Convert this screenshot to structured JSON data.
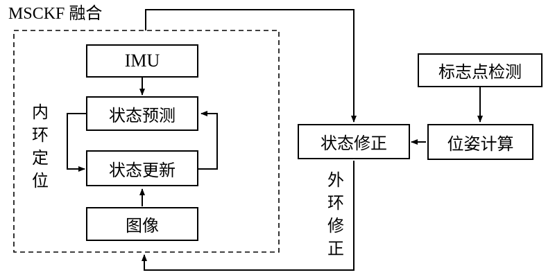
{
  "fusion": {
    "title": "MSCKF 融合"
  },
  "inner": {
    "imu": "IMU",
    "predict": "状态预测",
    "update": "状态更新",
    "image": "图像",
    "loop_label": [
      "内",
      "环",
      "定",
      "位"
    ]
  },
  "outer": {
    "marker_detect": "标志点检测",
    "pose_calc": "位姿计算",
    "state_correct": "状态修正",
    "loop_label": [
      "外",
      "环",
      "修",
      "正"
    ]
  }
}
